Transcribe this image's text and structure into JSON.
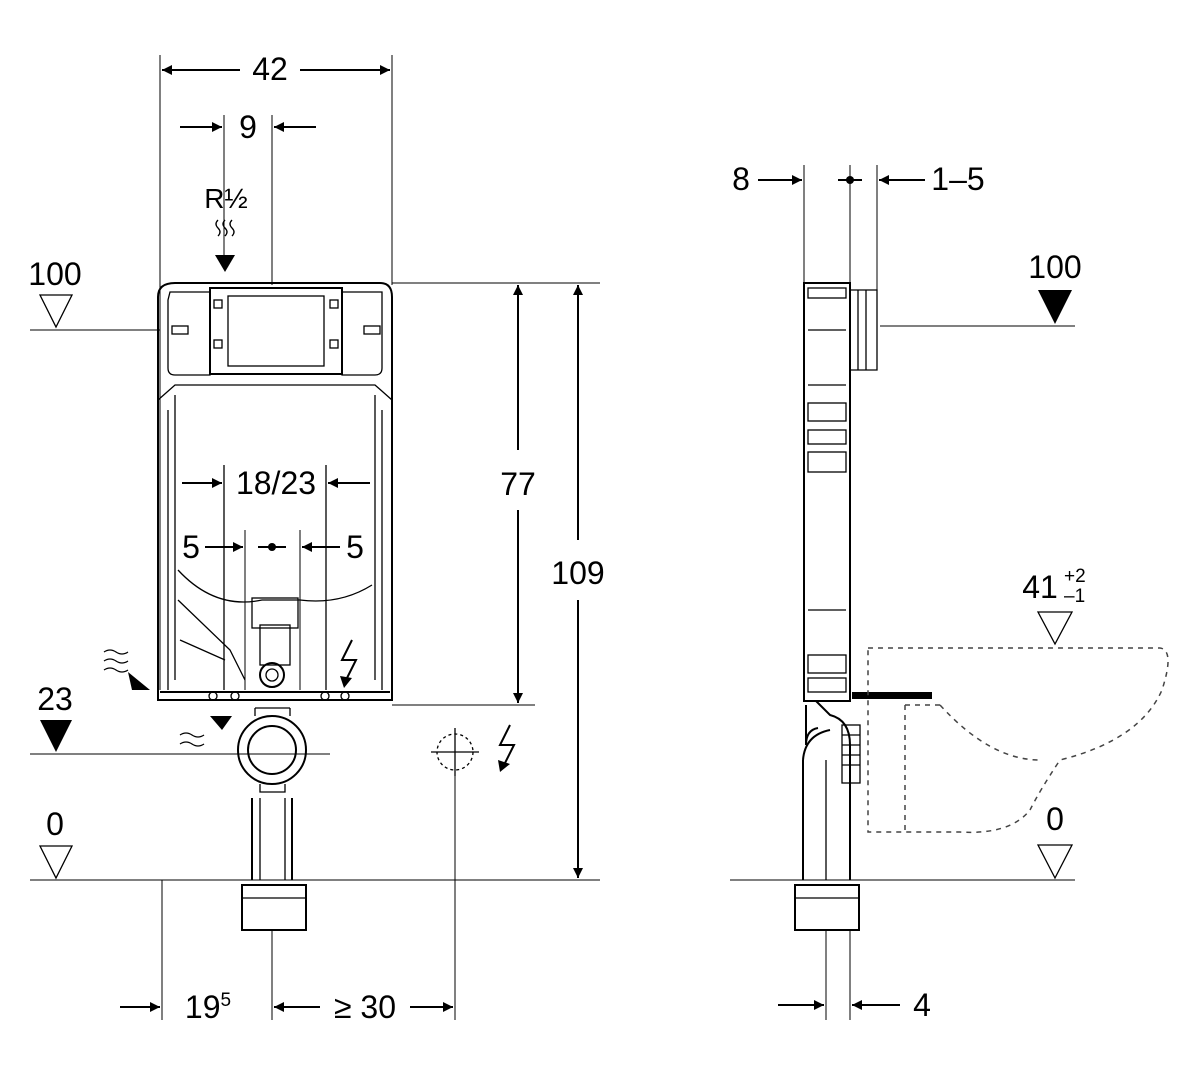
{
  "front_view": {
    "width_total": "42",
    "supply_offset": "9",
    "thread_label": "R½",
    "level_top_front": "100",
    "level_23": "23",
    "level_0_front": "0",
    "height_77": "77",
    "height_109": "109",
    "bracket_spacing": "18/23",
    "left_5": "5",
    "right_5": "5",
    "bottom_left_base": "19",
    "bottom_left_sup": "5",
    "bottom_right": "≥ 30"
  },
  "side_view": {
    "left_8": "8",
    "right_range": "1–5",
    "level_top_side": "100",
    "bowl_height_base": "41",
    "bowl_tol_plus": "+2",
    "bowl_tol_minus": "–1",
    "level_0_side": "0",
    "bottom_4": "4"
  },
  "icons": [
    "water-supply-icon",
    "electric-icon",
    "drain-icon",
    "socket-icon"
  ]
}
